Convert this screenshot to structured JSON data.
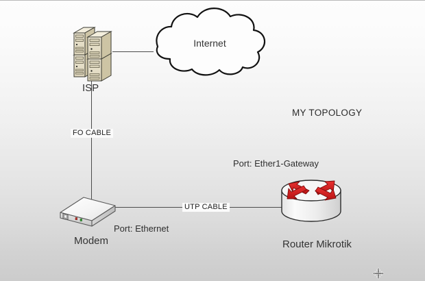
{
  "diagram": {
    "title": "MY TOPOLOGY",
    "background_top_color": "#fdfdfd",
    "background_bottom_color": "#cccccc",
    "line_color": "#4a4a4a"
  },
  "nodes": {
    "cloud": {
      "label": "Internet",
      "icon": "cloud-icon",
      "fill": "#fdfdfd",
      "stroke": "#111111"
    },
    "isp": {
      "label": "ISP",
      "icon": "server-stack-icon",
      "fill": "#e8e0c8",
      "stroke": "#3a3a32"
    },
    "modem": {
      "label": "Modem",
      "icon": "modem-icon",
      "fill": "#e9e9e9",
      "stroke": "#555555",
      "led_red": "#c03028",
      "led_green": "#3c9a3c"
    },
    "router": {
      "label": "Router Mikrotik",
      "icon": "router-cylinder-icon",
      "fill": "#f2f2f2",
      "stroke": "#2b2b2b",
      "arrow_color": "#d21f1f"
    }
  },
  "links": {
    "isp_to_cloud": {
      "label": ""
    },
    "isp_to_modem": {
      "label": "FO CABLE"
    },
    "modem_to_router": {
      "label": "UTP CABLE"
    }
  },
  "annotations": {
    "modem_port": "Port: Ethernet",
    "router_port": "Port: Ether1-Gateway"
  },
  "cursor": {
    "icon": "move-cursor-icon"
  }
}
